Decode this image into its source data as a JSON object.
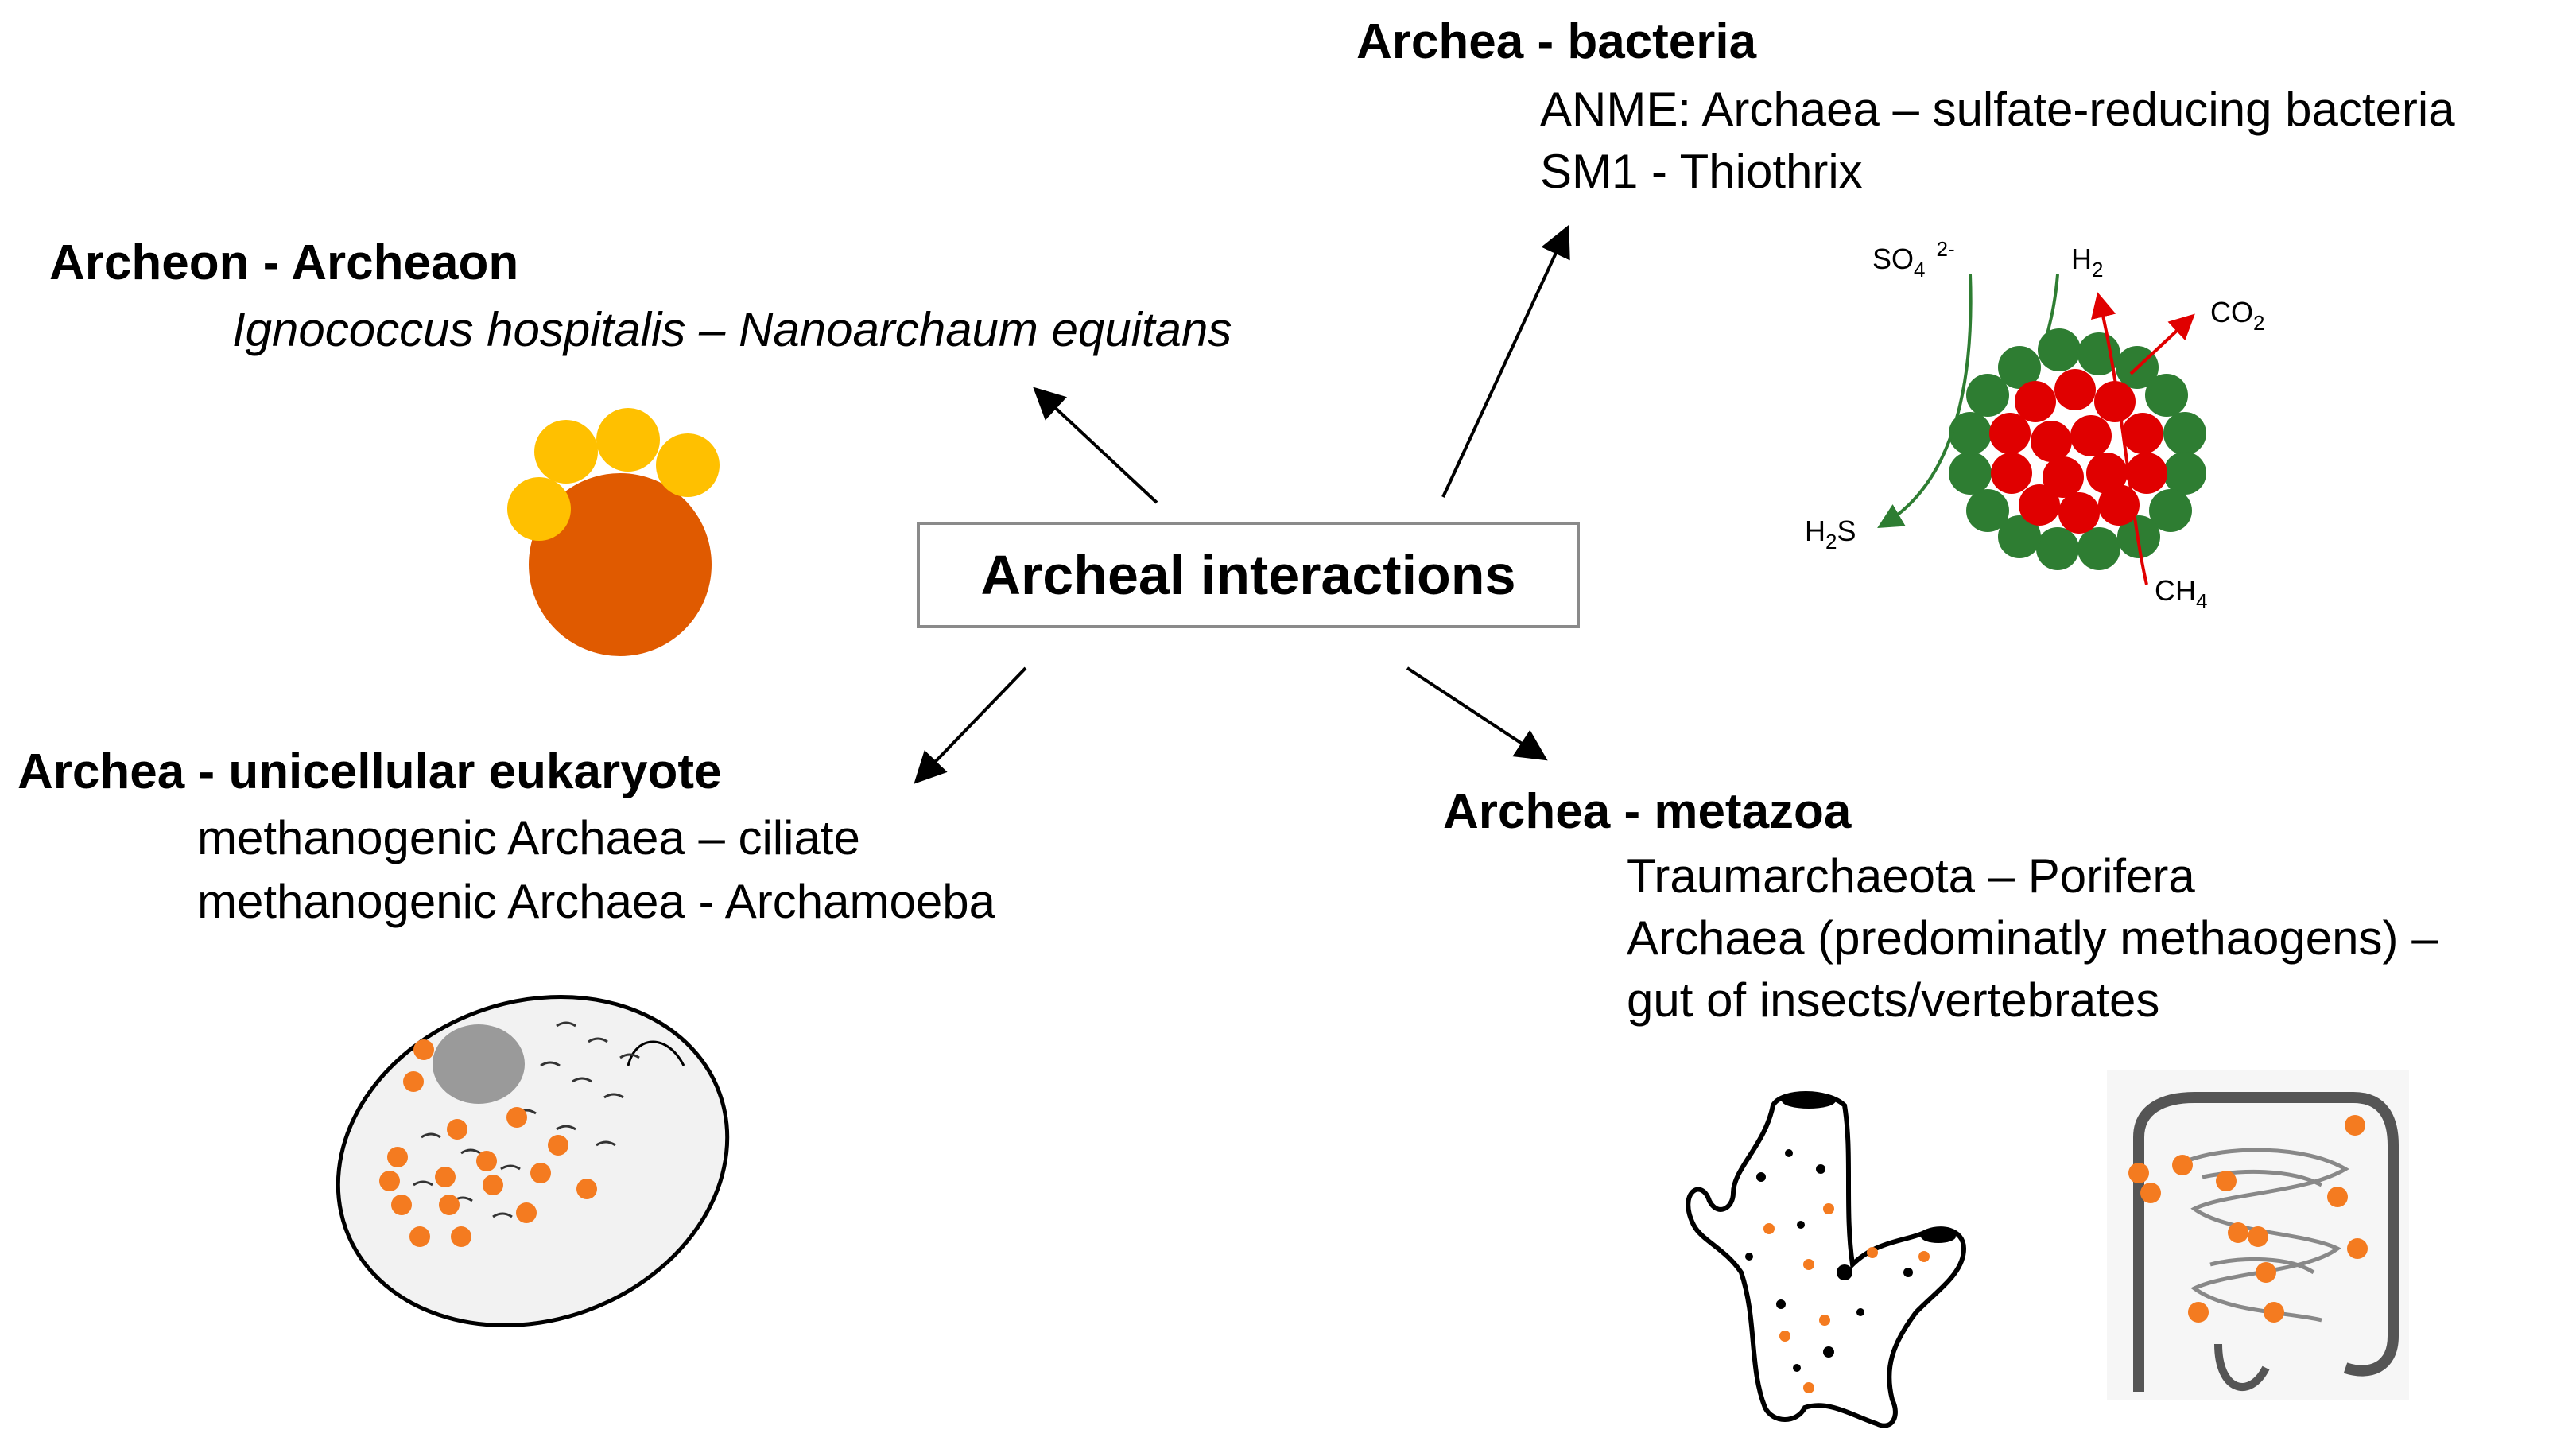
{
  "center": {
    "label": "Archeal interactions"
  },
  "archeon": {
    "heading": "Archeon - Archeaon",
    "line1": "Ignococcus hospitalis – Nanoarchaum equitans"
  },
  "bacteria": {
    "heading": "Archea - bacteria",
    "line1": "ANME: Archaea – sulfate-reducing bacteria",
    "line2": "SM1 - Thiothrix",
    "labels": {
      "so4": "SO",
      "so4_sub": "4",
      "so4_sup": "2-",
      "h2": "H",
      "h2_sub": "2",
      "co2": "CO",
      "co2_sub": "2",
      "h2s": "H",
      "h2s_sub": "2",
      "h2s_tail": "S",
      "ch4": "CH",
      "ch4_sub": "4"
    }
  },
  "eukaryote": {
    "heading": "Archea - unicellular eukaryote",
    "line1": "methanogenic Archaea – ciliate",
    "line2": "methanogenic Archaea - Archamoeba"
  },
  "metazoa": {
    "heading": "Archea - metazoa",
    "line1": "Traumarchaeota – Porifera",
    "line2": "Archaea (predominatly methaogens) –",
    "line3": "gut of insects/vertebrates"
  },
  "colors": {
    "nanoarchaeum": "#ffc000",
    "ignococcus": "#e05a00",
    "archaea_core": "#e00000",
    "bacteria_shell": "#2e7d32",
    "symbiont_dots": "#f47b20",
    "arrow": "#000000"
  },
  "icons": [
    "arrow-icon",
    "ignococcus-illustration",
    "anme-consortium-illustration",
    "ciliate-illustration",
    "sponge-illustration",
    "intestine-illustration"
  ]
}
